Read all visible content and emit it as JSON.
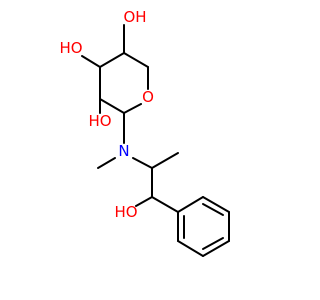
{
  "molecule": {
    "colors": {
      "bond": "#000000",
      "oxygen": "#ff0000",
      "nitrogen": "#0000ff"
    },
    "atom_labels": {
      "oh_top": "OH",
      "ho_left_upper": "HO",
      "ho_left_lower": "HO",
      "ring_oxygen": "O",
      "nitrogen": "N",
      "ho_bottom": "HO"
    }
  }
}
